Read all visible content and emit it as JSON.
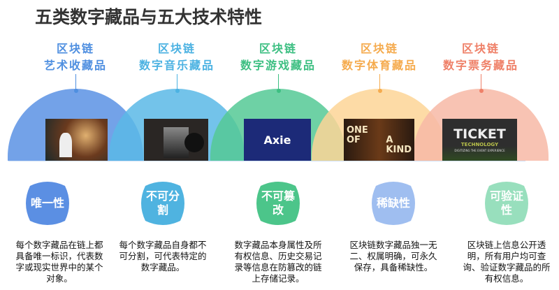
{
  "title": "五类数字藏品与五大技术特性",
  "categories": [
    {
      "line1": "区块链",
      "line2": "艺术收藏品",
      "color": "#4f8fe0",
      "fill": "#5b92e4",
      "image": "dunhuang-art-painting"
    },
    {
      "line1": "区块链",
      "line2": "数字音乐藏品",
      "color": "#4cb2e2",
      "fill": "#5bb8e6",
      "image": "vinyl-album-cover"
    },
    {
      "line1": "区块链",
      "line2": "数字游戏藏品",
      "color": "#3dbf82",
      "fill": "#55c995",
      "image": "axie-game-characters",
      "image_text": "Axie"
    },
    {
      "line1": "区块链",
      "line2": "数字体育藏品",
      "color": "#f5ab4e",
      "fill": "#fdd597",
      "image": "football-player-card",
      "image_text": [
        "ONE",
        "OF",
        "A",
        "KIND"
      ]
    },
    {
      "line1": "区块链",
      "line2": "数字票务藏品",
      "color": "#ef8068",
      "fill": "#f7b8a6",
      "image": "ticket-technology-logo",
      "image_text": [
        "TICKET",
        "TECHNOLOGY",
        "DIGITIZING THE EVENT EXPERIENCE"
      ]
    }
  ],
  "features": [
    {
      "label": "唯一性",
      "color": "#5b8fe3",
      "desc": "每个数字藏品在链上都具备唯一标识，代表数字或现实世界中的某个对象。"
    },
    {
      "label": "不可分割",
      "color": "#4fb3e0",
      "desc": "每个数字藏品自身都不可分割，可代表特定的数字藏品。"
    },
    {
      "label": "不可篡改",
      "color": "#4cc58a",
      "desc": "数字藏品本身属性及所有权信息、历史交易记录等信息在防篡改的链上存储记录。"
    },
    {
      "label": "稀缺性",
      "color": "#9fbef0",
      "desc": "区块链数字藏品独一无二、权属明确，可永久保存，具备稀缺性。"
    },
    {
      "label": "可验证性",
      "color": "#98dfbd",
      "desc": "区块链上信息公开透明，所有用户均可查询、验证数字藏品的所有权信息。"
    }
  ]
}
